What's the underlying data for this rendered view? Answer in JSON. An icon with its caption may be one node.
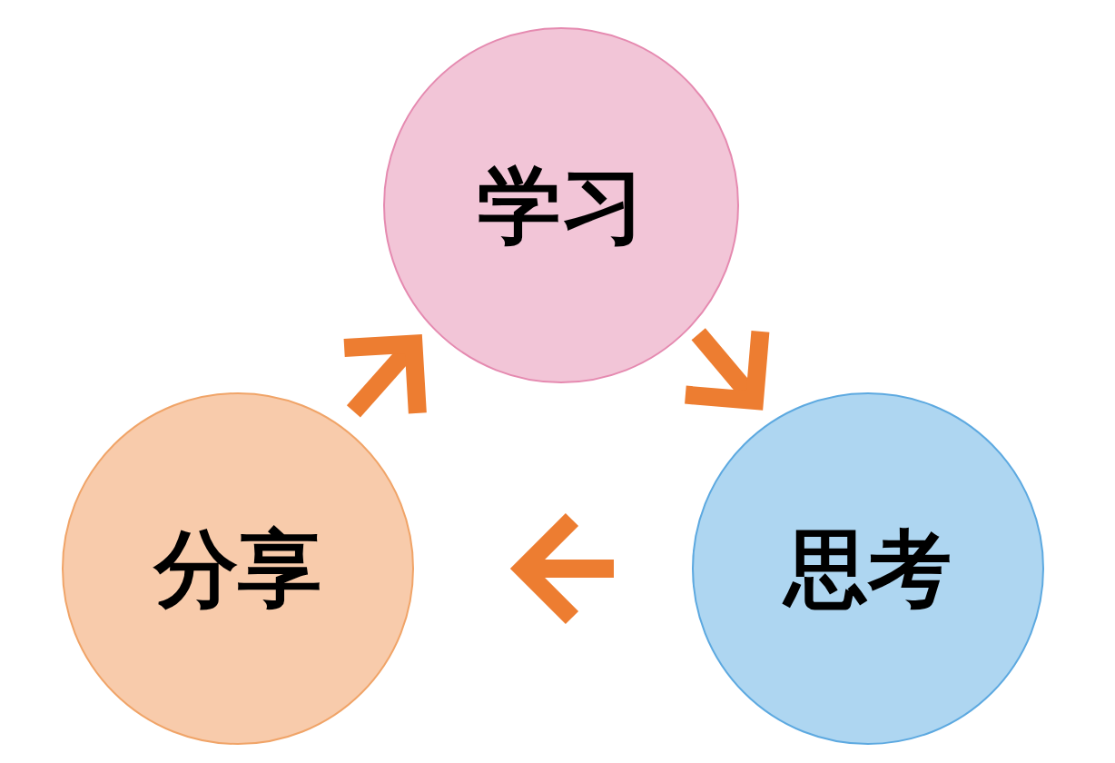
{
  "diagram": {
    "nodes": [
      {
        "text": [
          "学习"
        ]
      },
      {
        "text": [
          "分享"
        ]
      },
      {
        "text": [
          "思考"
        ]
      }
    ],
    "edges": [
      {
        "from": 0,
        "to": 2,
        "arrow": "to"
      },
      {
        "from": 2,
        "to": 1,
        "arrow": "to"
      },
      {
        "from": 1,
        "to": 0,
        "arrow": "to"
      }
    ]
  }
}
